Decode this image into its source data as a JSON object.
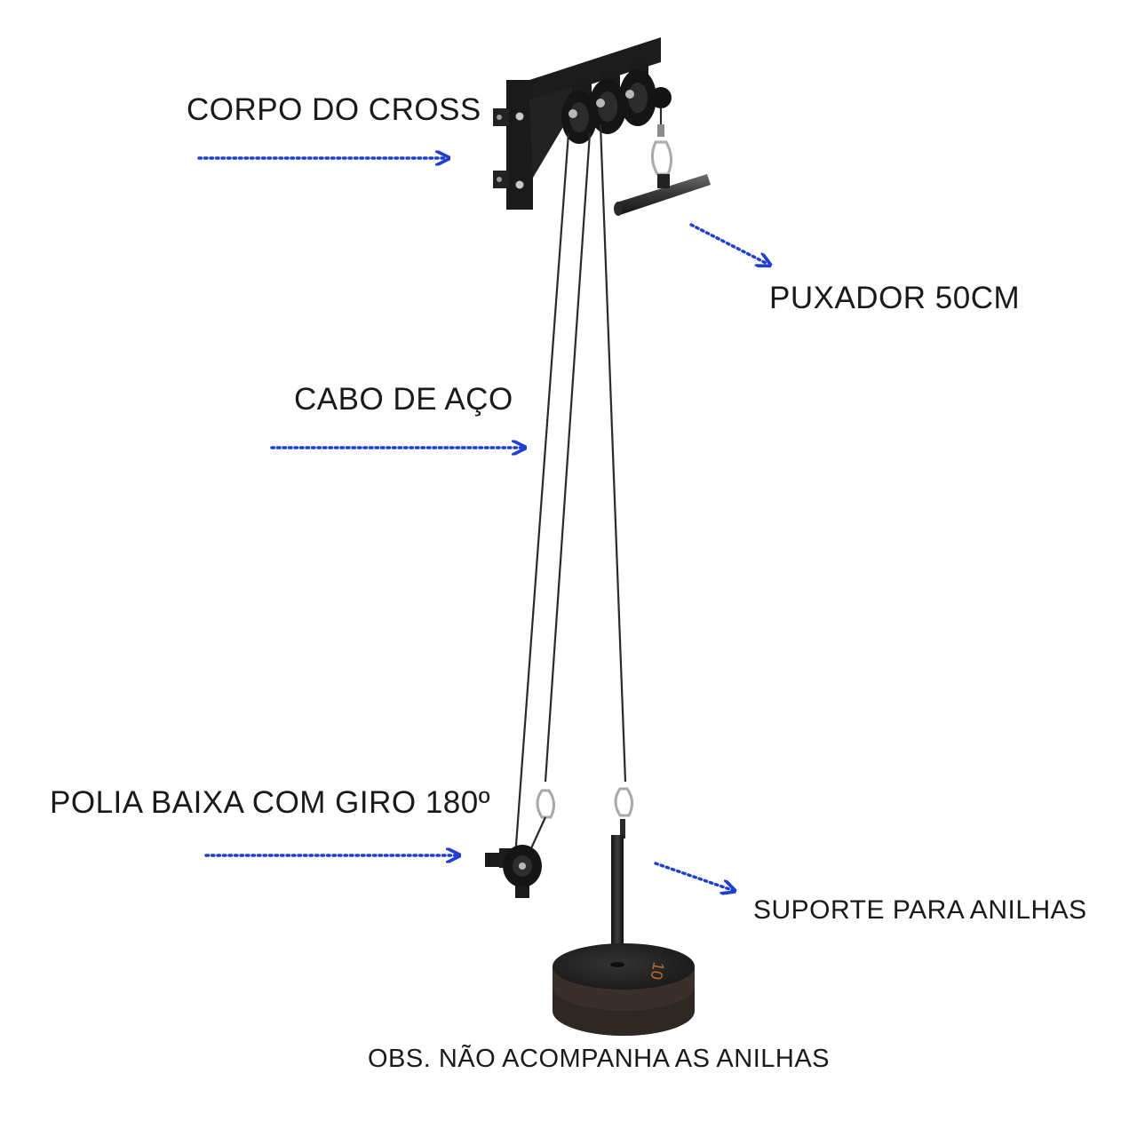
{
  "labels": {
    "corpo": "CORPO DO CROSS",
    "puxador": "PUXADOR 50CM",
    "cabo": "CABO DE AÇO",
    "polia": "POLIA BAIXA COM GIRO 180º",
    "suporte": "SUPORTE PARA ANILHAS",
    "obs": "OBS. NÃO ACOMPANHA AS ANILHAS"
  },
  "plate_marking": "10",
  "colors": {
    "arrow": "#1f3fd0",
    "metal": "#1c1c1c",
    "cable": "#2a2a2a",
    "plate_top": "#262626",
    "plate_side": "#3a2f2a",
    "plate_marking": "#c06a2a",
    "bolt": "#c9c9c9",
    "background": "#ffffff"
  },
  "icons": [
    "arrow-right-dotted-icon",
    "arrow-diagonal-dotted-icon"
  ]
}
